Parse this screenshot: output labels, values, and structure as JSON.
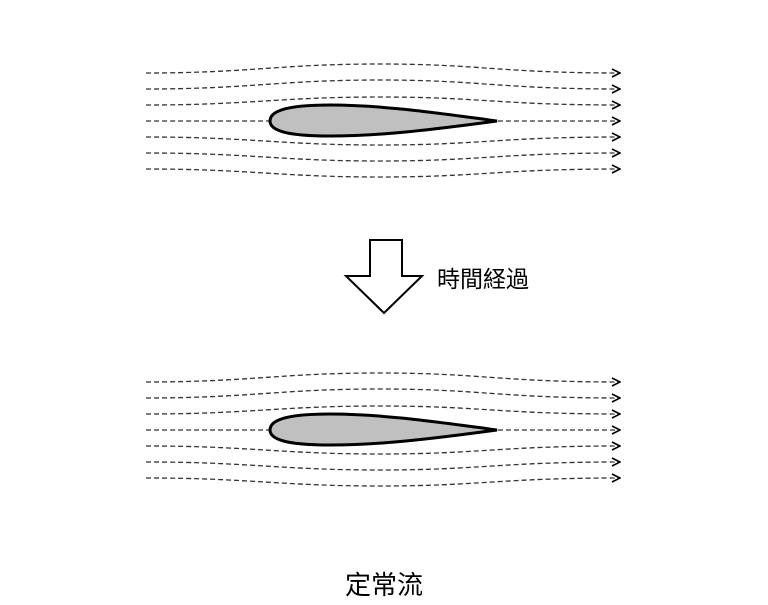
{
  "labels": {
    "time_elapsed": "時間経過",
    "steady_flow": "定常流"
  },
  "colors": {
    "airfoil_fill": "#c0c0c0",
    "stroke": "#000000",
    "streamline": "#333333"
  },
  "diagrams": [
    {
      "name": "initial",
      "streamline_count": 7
    },
    {
      "name": "later",
      "streamline_count": 7
    }
  ]
}
